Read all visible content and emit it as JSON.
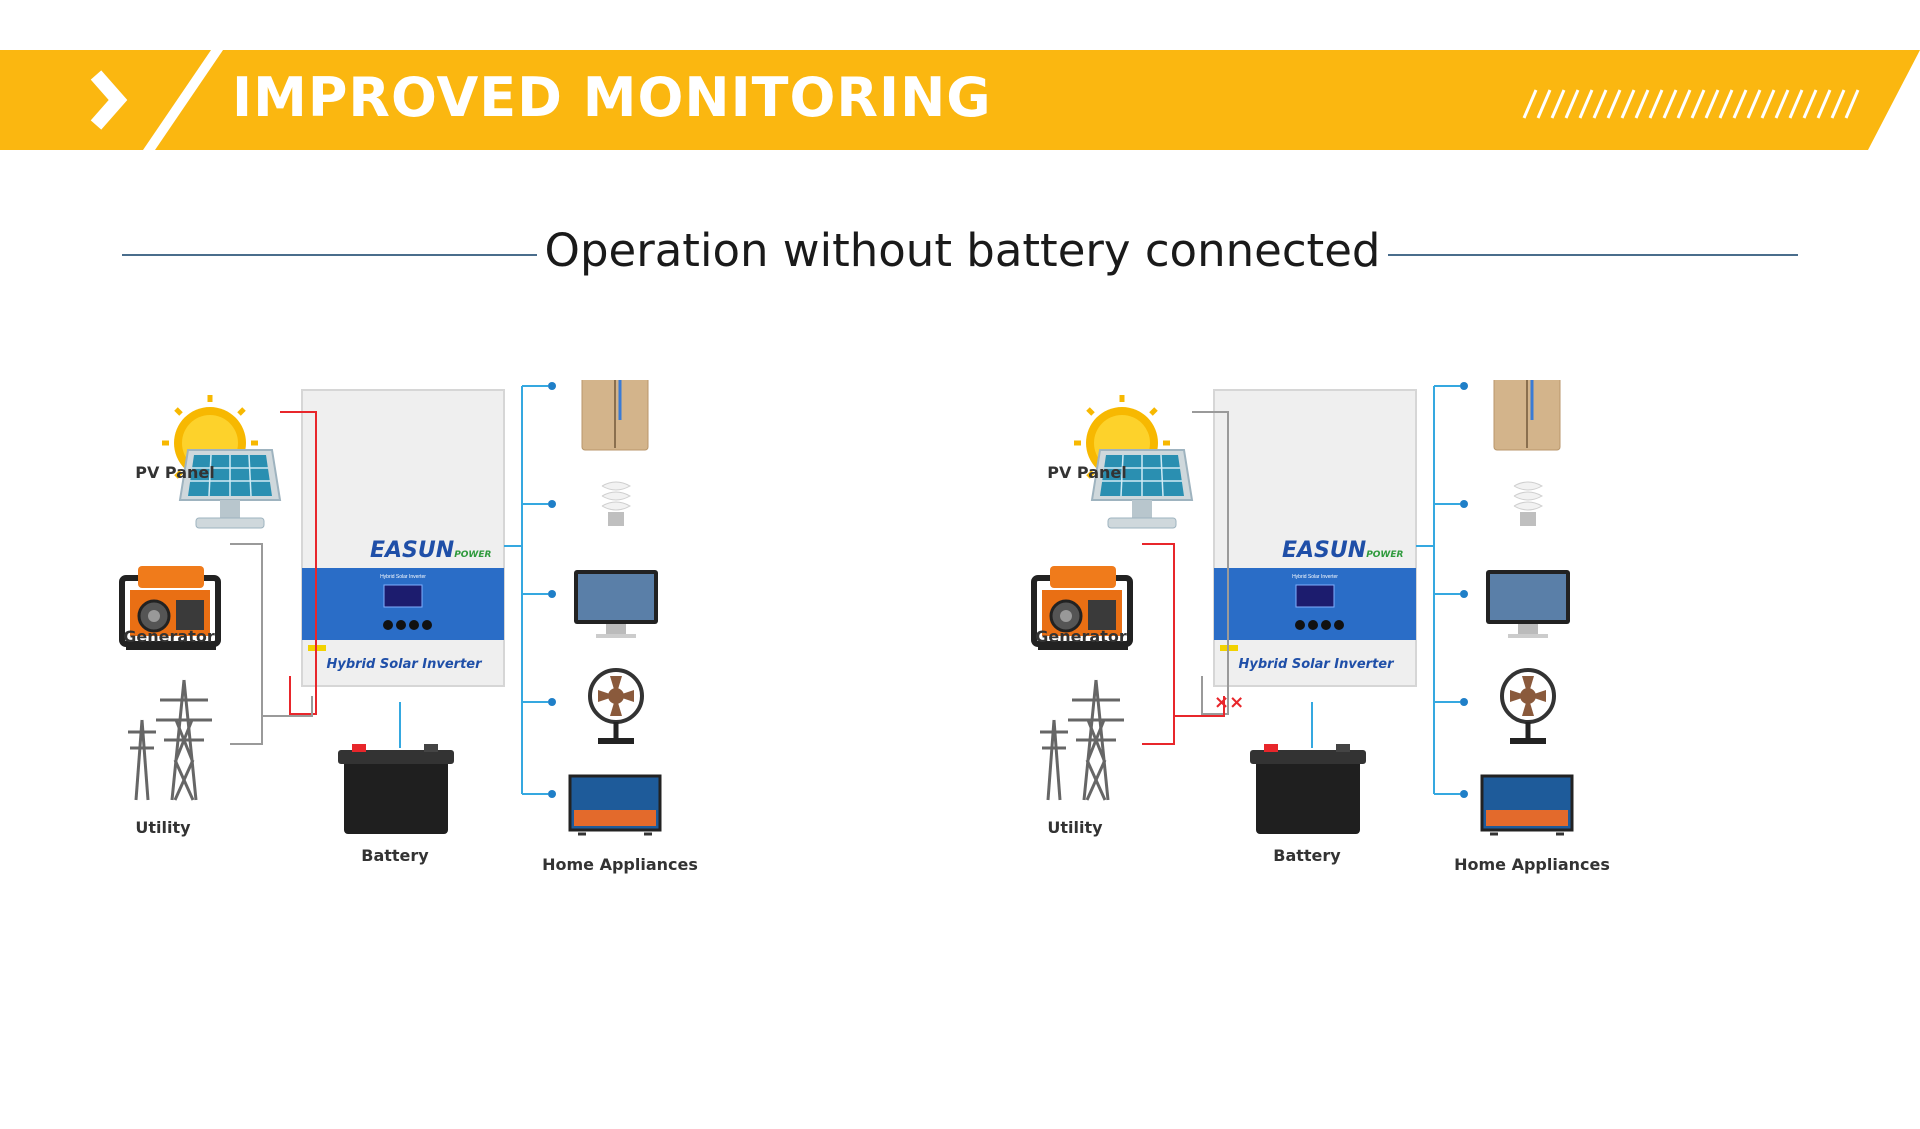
{
  "banner": {
    "title": "IMPROVED MONITORING",
    "color": "#fbb710",
    "text_color": "#ffffff"
  },
  "subtitle": "Operation without battery connected",
  "legend_colors": {
    "active_line": "#e8262b",
    "inactive_line": "#9a9a9a",
    "load_line": "#35a8e0",
    "disconnect_mark": "#e8262b"
  },
  "diagrams": [
    {
      "labels": {
        "pv": "PV Panel",
        "generator": "Generator",
        "utility": "Utility",
        "battery": "Battery",
        "appliances": "Home Appliances"
      },
      "inverter": {
        "brand": "EASUN",
        "brand_sub": "POWER",
        "model_small": "Hybrid Solar Inverter",
        "model": "Hybrid Solar Inverter"
      },
      "connections": {
        "pv": "active",
        "generator": "inactive",
        "utility": "inactive",
        "grid_bus": "active"
      },
      "disconnect_mark": ""
    },
    {
      "labels": {
        "pv": "PV Panel",
        "generator": "Generator",
        "utility": "Utility",
        "battery": "Battery",
        "appliances": "Home Appliances"
      },
      "inverter": {
        "brand": "EASUN",
        "brand_sub": "POWER",
        "model_small": "Hybrid Solar Inverter",
        "model": "Hybrid Solar Inverter"
      },
      "connections": {
        "pv": "inactive",
        "generator": "active",
        "utility": "active",
        "grid_bus": "active"
      },
      "disconnect_mark": "××"
    }
  ]
}
